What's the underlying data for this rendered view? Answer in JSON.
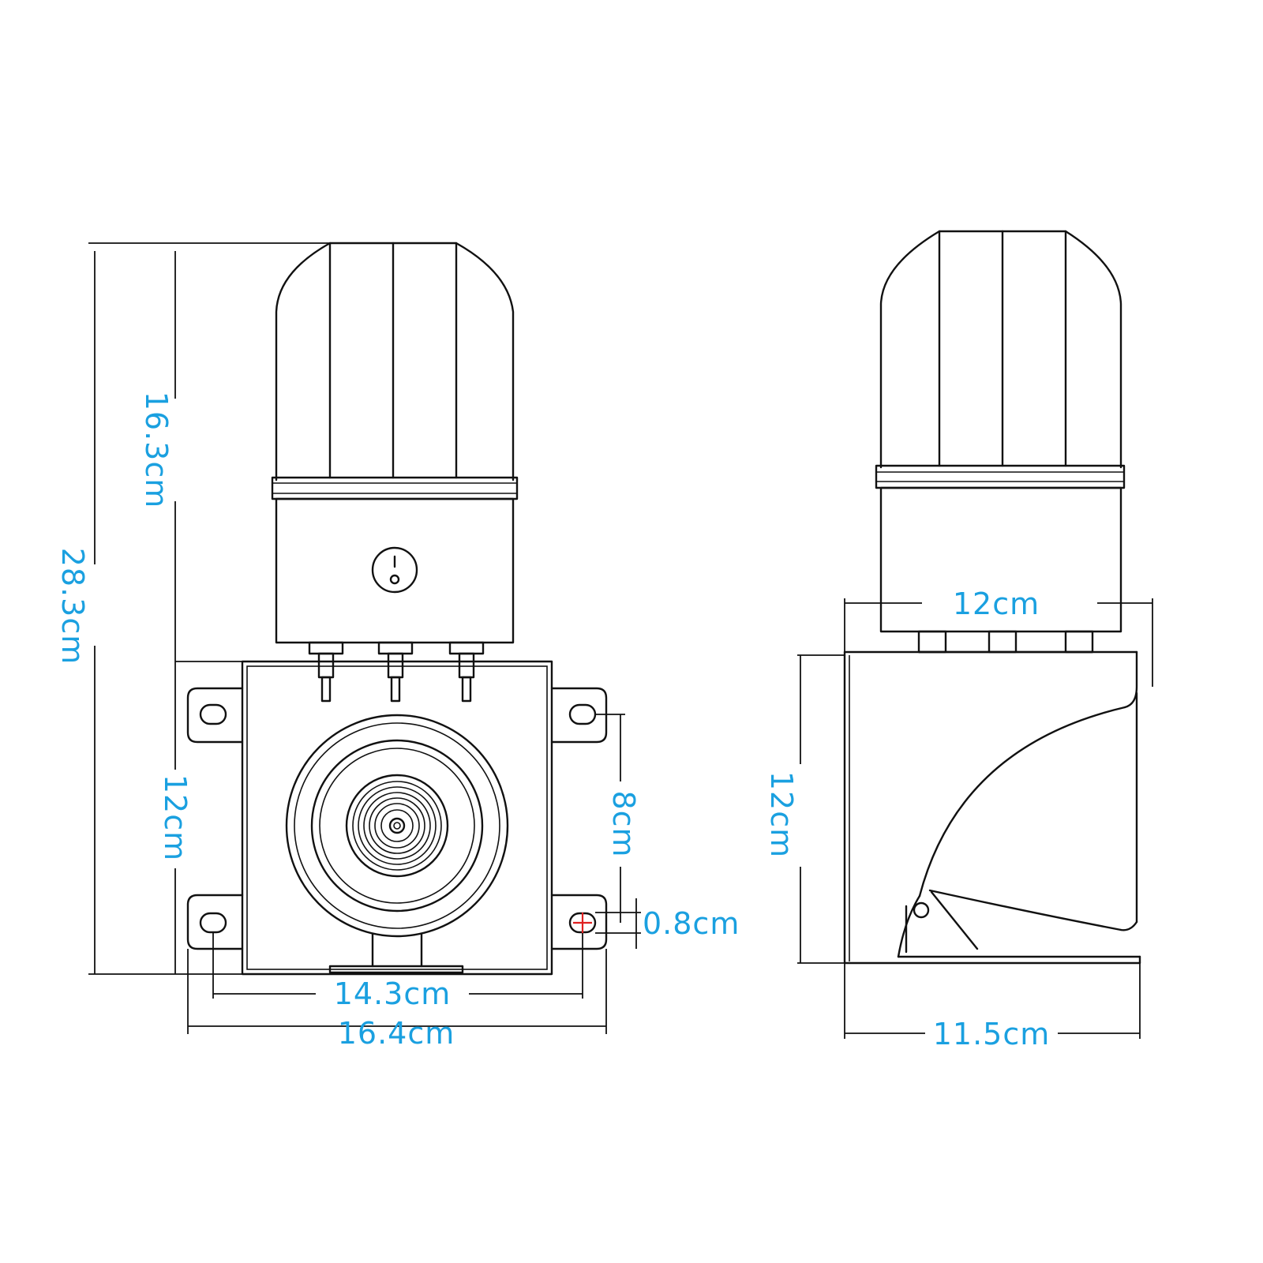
{
  "colors": {
    "dimension_text": "#1aa0e0",
    "line": "#111111",
    "hole_marker": "#e02020"
  },
  "front_view": {
    "switch_symbol": "I O",
    "dimensions": {
      "total_height": "28.3cm",
      "light_height": "16.3cm",
      "box_height": "12cm",
      "hole_spacing_vertical": "8cm",
      "hole_diameter": "0.8cm",
      "hole_spacing_horizontal": "14.3cm",
      "total_width": "16.4cm"
    }
  },
  "side_view": {
    "dimensions": {
      "top_width": "12cm",
      "box_height": "12cm",
      "depth": "11.5cm"
    }
  }
}
